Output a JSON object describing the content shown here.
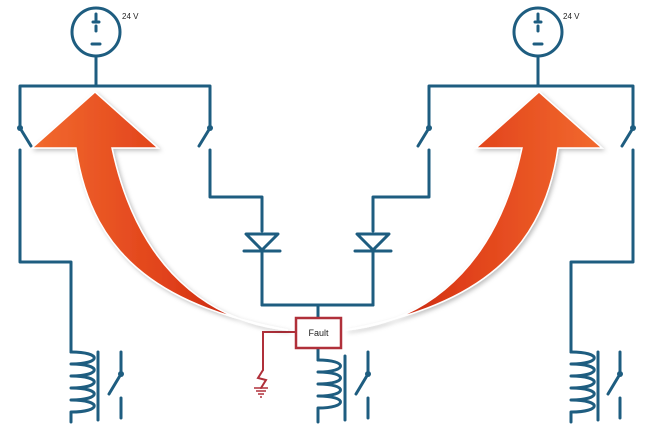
{
  "diagram": {
    "left_supply": {
      "label": "24 V"
    },
    "right_supply": {
      "label": "24 V"
    },
    "fault_box": {
      "label": "Fault"
    }
  },
  "colors": {
    "wire": "#1e5d80",
    "fault": "#b0303a",
    "arrow_dark": "#b3160c",
    "arrow_light": "#f26a2e"
  }
}
